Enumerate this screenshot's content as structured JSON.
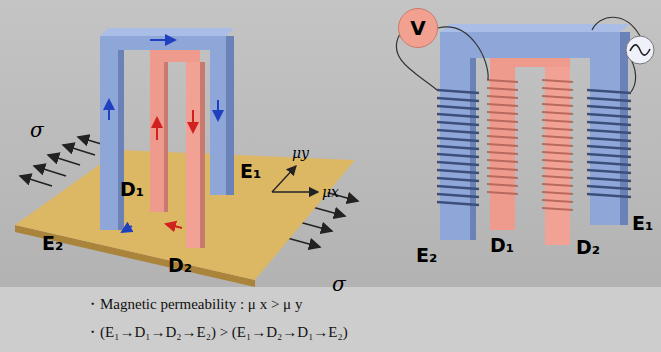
{
  "diagram": {
    "nodes": [
      {
        "text": [
          "V"
        ]
      },
      {
        "text": [
          "・Magnetic permeability : μ x > μ y",
          "・(E₁→D₁→D₂→E₂) > (E₁→D₂→D₁→E₂)"
        ]
      }
    ],
    "labels": [
      "σ",
      "σ",
      "E₂",
      "D₁",
      "E₁",
      "D₂",
      "μy",
      "μx",
      "E₂",
      "D₁",
      "D₂",
      "E₁"
    ]
  }
}
